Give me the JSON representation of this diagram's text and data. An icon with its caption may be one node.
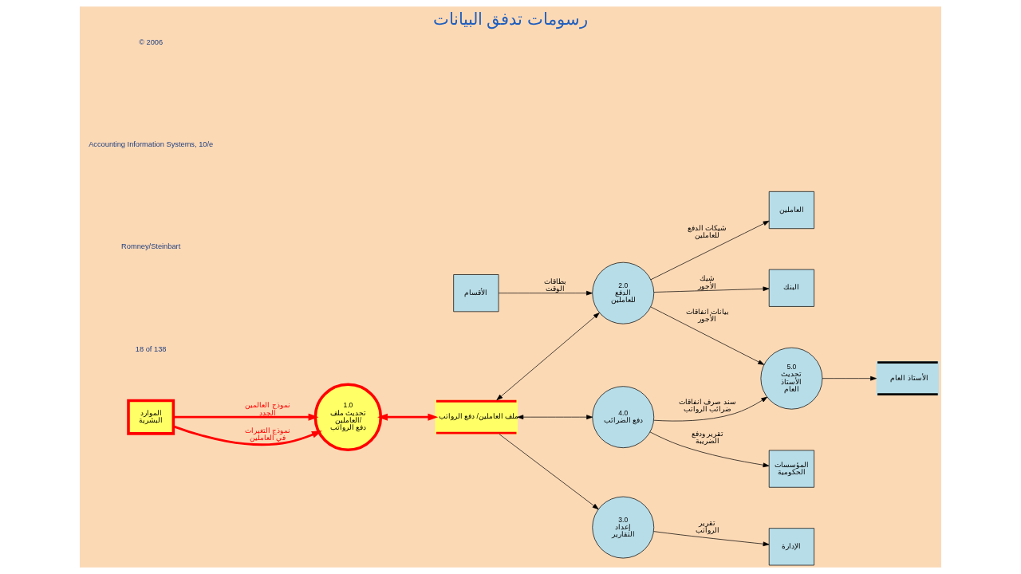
{
  "diagram": {
    "title": "رسومات تدفق البيانات",
    "nodes": [
      {
        "text": [
          "الموارد البشرية"
        ]
      },
      {
        "text": [
          "1.0",
          "تحديث ملف العاملين/ دفع الرواتب"
        ]
      },
      {
        "text": [
          "الأقسام"
        ]
      },
      {
        "text": [
          "2.0",
          "الدفع للعاملين"
        ]
      },
      {
        "text": [
          "العاملين"
        ]
      },
      {
        "text": [
          "البنك"
        ]
      },
      {
        "text": [
          "3.0",
          "إعداد التقارير"
        ]
      },
      {
        "text": [
          "ملف العاملين/ دفع الرواتب"
        ]
      },
      {
        "text": [
          "5.0",
          "تحديث الأستاذ العام"
        ]
      },
      {
        "text": [
          "4.0",
          "دفع الضرائب"
        ]
      },
      {
        "text": [
          "الأستاذ العام"
        ]
      },
      {
        "text": [
          "الإدارة"
        ]
      },
      {
        "text": [
          "المؤسسات الحكومية"
        ]
      }
    ],
    "edges": [
      {
        "from": 0,
        "to": 1,
        "arrow": "to",
        "label": "نموذج العالمين الجدد",
        "style": "thick",
        "color": "#ff0000"
      },
      {
        "from": 0,
        "to": 1,
        "arrow": "to",
        "label": "نموذج التغيرات في العاملين",
        "style": "thick",
        "color": "#ff0000"
      },
      {
        "from": 1,
        "to": 7,
        "arrow": "both",
        "style": "thick",
        "color": "#ff0000"
      },
      {
        "from": 2,
        "to": 3,
        "arrow": "to",
        "label": "بطاقات الوقت"
      },
      {
        "from": 3,
        "to": 4,
        "arrow": "to",
        "label": "شيكات الدفع للعاملين"
      },
      {
        "from": 3,
        "to": 5,
        "arrow": "to",
        "label": "شيك الأجور"
      },
      {
        "from": 7,
        "to": 3,
        "arrow": "both"
      },
      {
        "from": 3,
        "to": 8,
        "arrow": "to",
        "label": "بيانات انفاقات الأجور"
      },
      {
        "from": 7,
        "to": 6,
        "arrow": "to"
      },
      {
        "from": 7,
        "to": 9,
        "arrow": "both"
      },
      {
        "from": 6,
        "to": 11,
        "arrow": "to",
        "label": "تقرير الرواتب"
      },
      {
        "from": 9,
        "to": 8,
        "arrow": "to",
        "label": "سند صرف انفاقات ضرائب الرواتب"
      },
      {
        "from": 9,
        "to": 12,
        "arrow": "to",
        "label": "تقرير ودفع الضريبة"
      },
      {
        "from": 8,
        "to": 10,
        "arrow": "to"
      }
    ],
    "labels": [
      "© 2006",
      "Accounting Information Systems, 10/e",
      "Romney/Steinbart",
      "18 of 138"
    ]
  }
}
